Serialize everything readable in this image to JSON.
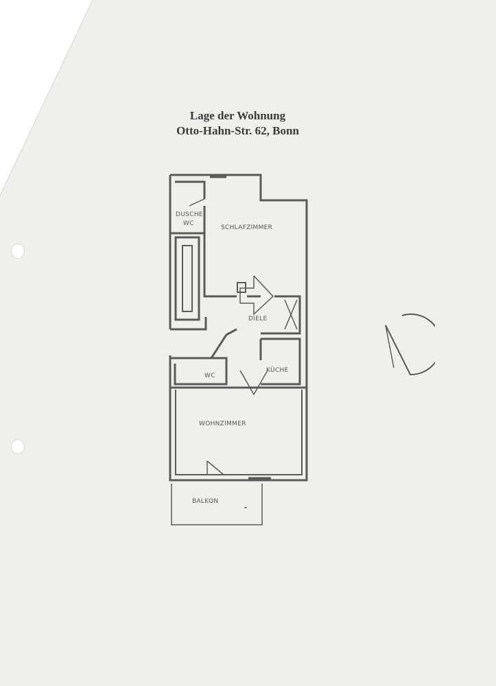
{
  "document": {
    "title_line1": "Lage der Wohnung",
    "title_line2": "Otto-Hahn-Str. 62, Bonn"
  },
  "floorplan": {
    "rooms": {
      "dusche": "DUSCHE",
      "dusche_wc": "WC",
      "schlafzimmer": "SCHLAFZIMMER",
      "diele": "DIELE",
      "wc": "WC",
      "kueche": "KÜCHE",
      "wohnzimmer": "WOHNZIMMER",
      "balkon": "BALKON"
    }
  },
  "colors": {
    "paper": "#efefec",
    "ink": "#5a5a5a",
    "title": "#3a3a3a"
  },
  "icons": {
    "compass": "north-arrow-icon"
  }
}
